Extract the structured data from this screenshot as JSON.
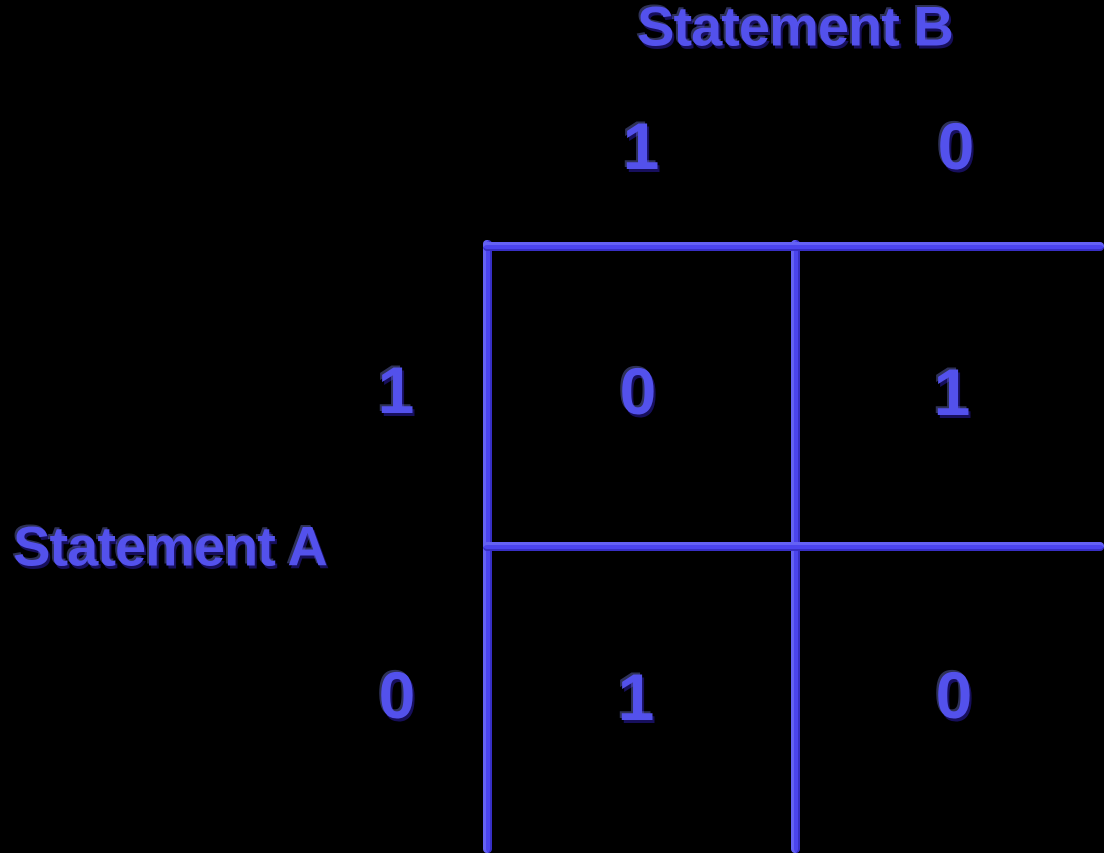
{
  "colors": {
    "background": "#000000",
    "line": "#4b44ee",
    "text": "#5351ec"
  },
  "matrix": {
    "column_axis": {
      "label": "Statement B",
      "headers": [
        "1",
        "0"
      ]
    },
    "row_axis": {
      "label": "Statement A",
      "headers": [
        "1",
        "0"
      ]
    },
    "cells": [
      [
        "0",
        "1"
      ],
      [
        "1",
        "0"
      ]
    ]
  }
}
